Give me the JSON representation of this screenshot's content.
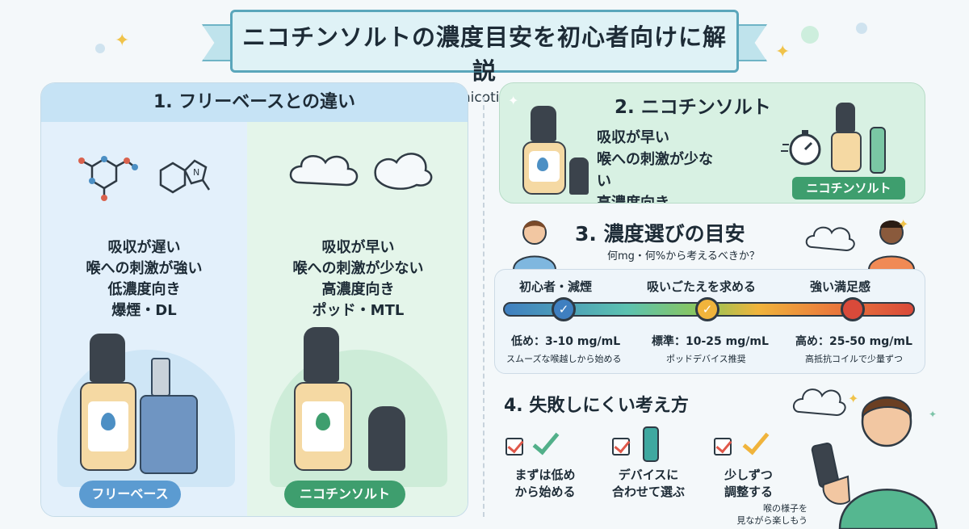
{
  "title": {
    "main": "ニコチンソルトの濃度目安を初心者向けに解説",
    "sub": "( beginners guides to nicotine salt concentrations)"
  },
  "section1": {
    "heading": "1. フリーベースとの違い",
    "freebase": {
      "lines": [
        "吸収が遅い",
        "喉への刺激が強い",
        "低濃度向き",
        "爆煙・DL"
      ],
      "pill": "フリーベース"
    },
    "salt": {
      "lines": [
        "吸収が早い",
        "喉への刺激が少ない",
        "高濃度向き",
        "ポッド・MTL"
      ],
      "pill": "ニコチンソルト"
    }
  },
  "section2": {
    "heading": "2. ニコチンソルト",
    "lines": [
      "吸収が早い",
      "喉への刺激が少ない",
      "高濃度向き"
    ],
    "badge": "ニコチンソルト"
  },
  "section3": {
    "heading": "3. 濃度選びの目安",
    "question": "何mg・何%から考えるべきか？",
    "levels": [
      {
        "label": "初心者・減煙",
        "range": "低め：3-10 mg/mL",
        "note": "スムーズな喉越しから始める"
      },
      {
        "label": "吸いごたえを求める",
        "range": "標準：10-25 mg/mL",
        "note": "ポッドデバイス推奨"
      },
      {
        "label": "強い満足感",
        "range": "高め：25-50 mg/mL",
        "note": "高抵抗コイルで少量ずつ"
      }
    ]
  },
  "section4": {
    "heading": "4. 失敗しにくい考え方",
    "tips": [
      {
        "l1": "まずは低め",
        "l2": "から始める"
      },
      {
        "l1": "デバイスに",
        "l2": "合わせて選ぶ"
      },
      {
        "l1": "少しずつ",
        "l2": "調整する"
      }
    ],
    "aside1": "喉の様子を",
    "aside2": "見ながら楽しもう"
  },
  "colors": {
    "freebase_blue": "#5b9bd1",
    "salt_green": "#3e9e6e",
    "gauge_blue": "#3f7fc0",
    "gauge_yellow": "#f0b43c",
    "gauge_red": "#d94a3a"
  }
}
